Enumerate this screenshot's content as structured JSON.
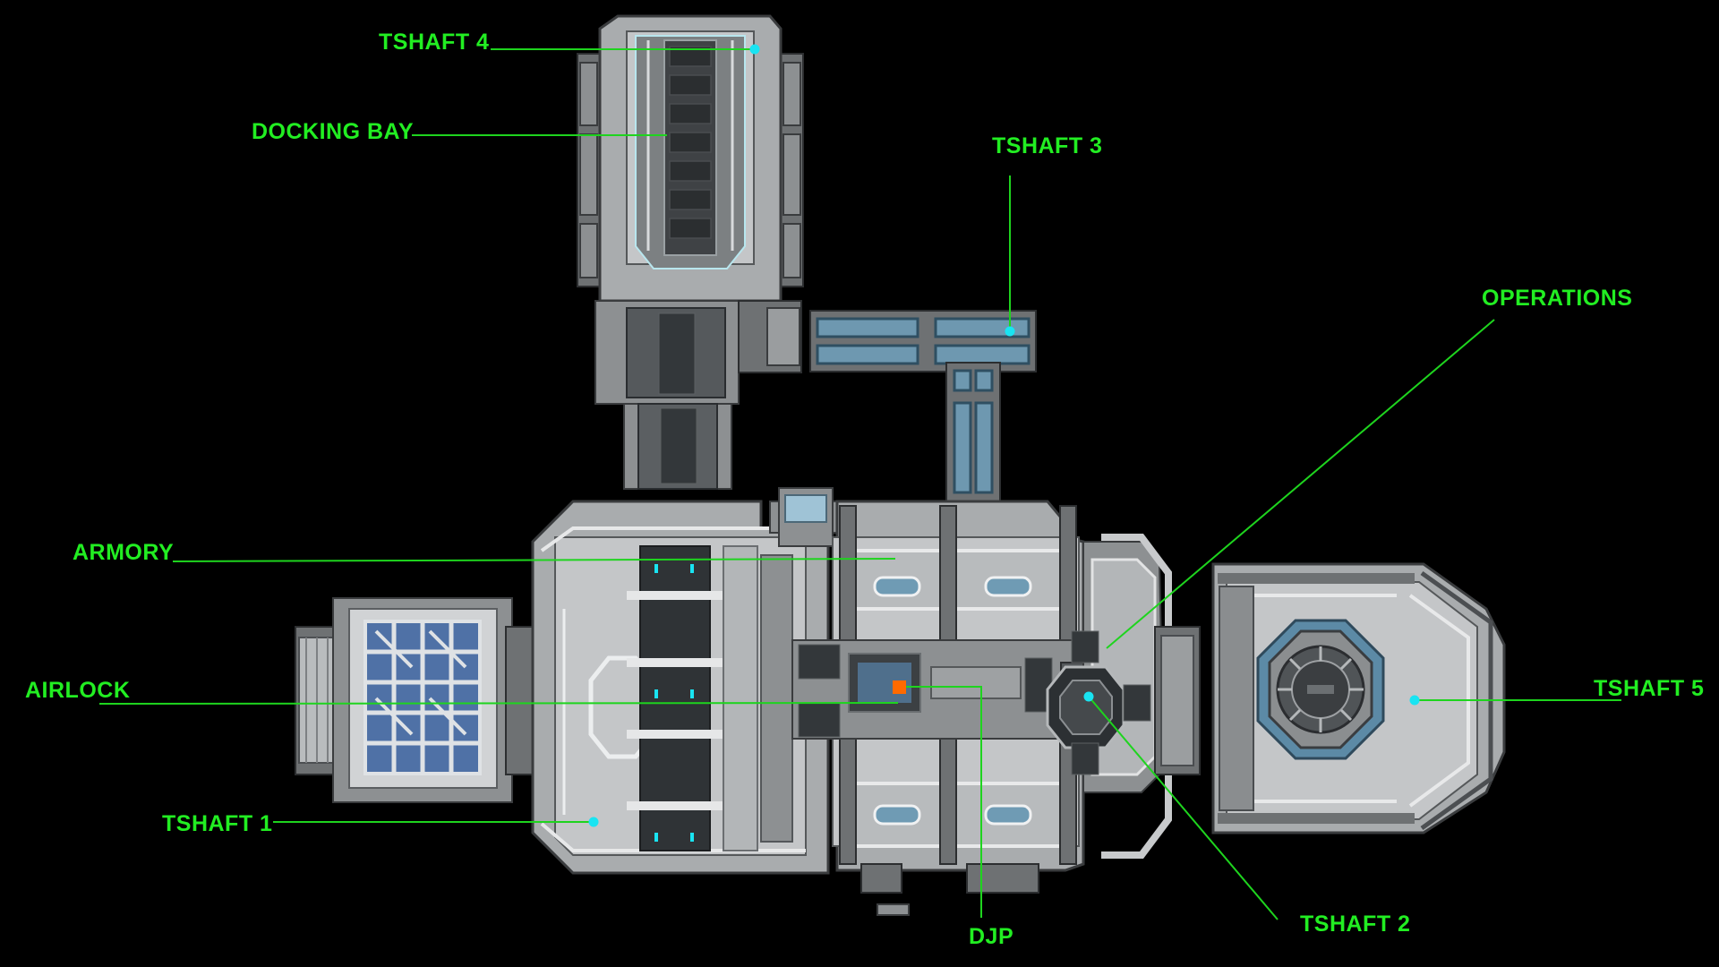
{
  "map": {
    "labels": {
      "tshaft4": "TSHAFT 4",
      "docking_bay": "DOCKING BAY",
      "tshaft3": "TSHAFT 3",
      "operations": "OPERATIONS",
      "armory": "ARMORY",
      "airlock": "AIRLOCK",
      "tshaft5": "TSHAFT 5",
      "tshaft1": "TSHAFT 1",
      "djp": "DJP",
      "tshaft2": "TSHAFT 2"
    },
    "colors": {
      "background": "#000000",
      "label": "#22ee22",
      "leader_line": "#1ed41e",
      "marker": "#19e4f2",
      "djp_marker": "#ff6a00",
      "hull": "#a9acae",
      "glass": "#6e98b0"
    }
  }
}
